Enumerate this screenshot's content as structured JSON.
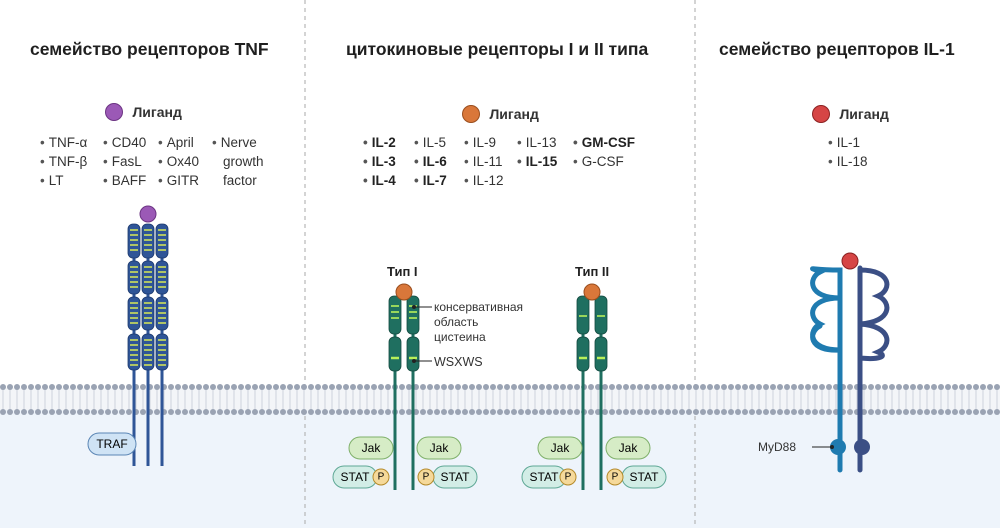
{
  "colors": {
    "tnf_receptor": "#2f5597",
    "tnf_receptor_stripe": "#d8ea55",
    "ligand_tnf": "#9b59b6",
    "ligand_cytokine": "#d9773a",
    "ligand_il1": "#d64545",
    "cytokine_receptor": "#1f6f60",
    "cytokine_stripe": "#b8f05a",
    "il1_receptor_a": "#1f7bb0",
    "il1_receptor_b": "#3b4f85",
    "membrane_head": "#9aa3b3",
    "cytoplasm": "#eef4fb",
    "jak_fill": "#d6ecc6",
    "stat_fill": "#d2ede6",
    "p_fill": "#f5d99a",
    "traf_fill": "#cfe3f5"
  },
  "columns": {
    "tnf": {
      "title": "семейство рецепторов TNF",
      "ligand": "Лиганд",
      "ligands": [
        [
          "TNF-α",
          "TNF-β",
          "LT"
        ],
        [
          "CD40",
          "FasL",
          "BAFF"
        ],
        [
          "April",
          "Ox40",
          "GITR"
        ],
        [
          "Nerve",
          "growth",
          "factor"
        ]
      ],
      "adaptor": "TRAF"
    },
    "cytokine": {
      "title": "цитокиновые рецепторы I и II типа",
      "ligand": "Лиганд",
      "ligands": [
        [
          "IL-2",
          "IL-3",
          "IL-4"
        ],
        [
          "IL-5",
          "IL-6",
          "IL-7"
        ],
        [
          "IL-9",
          "IL-11",
          "IL-12"
        ],
        [
          "IL-13",
          "IL-15"
        ],
        [
          "GM-CSF",
          "G-CSF"
        ]
      ],
      "type1": "Тип I",
      "type2": "Тип II",
      "annotation_cysteine": [
        "консервативная",
        "область",
        "цистеина"
      ],
      "annotation_wsxws": "WSXWS",
      "jak": "Jak",
      "stat": "STAT",
      "p": "P"
    },
    "il1": {
      "title": "семейство рецепторов IL-1",
      "ligand": "Лиганд",
      "ligands": [
        "IL-1",
        "IL-18"
      ],
      "adaptor": "MyD88"
    }
  }
}
